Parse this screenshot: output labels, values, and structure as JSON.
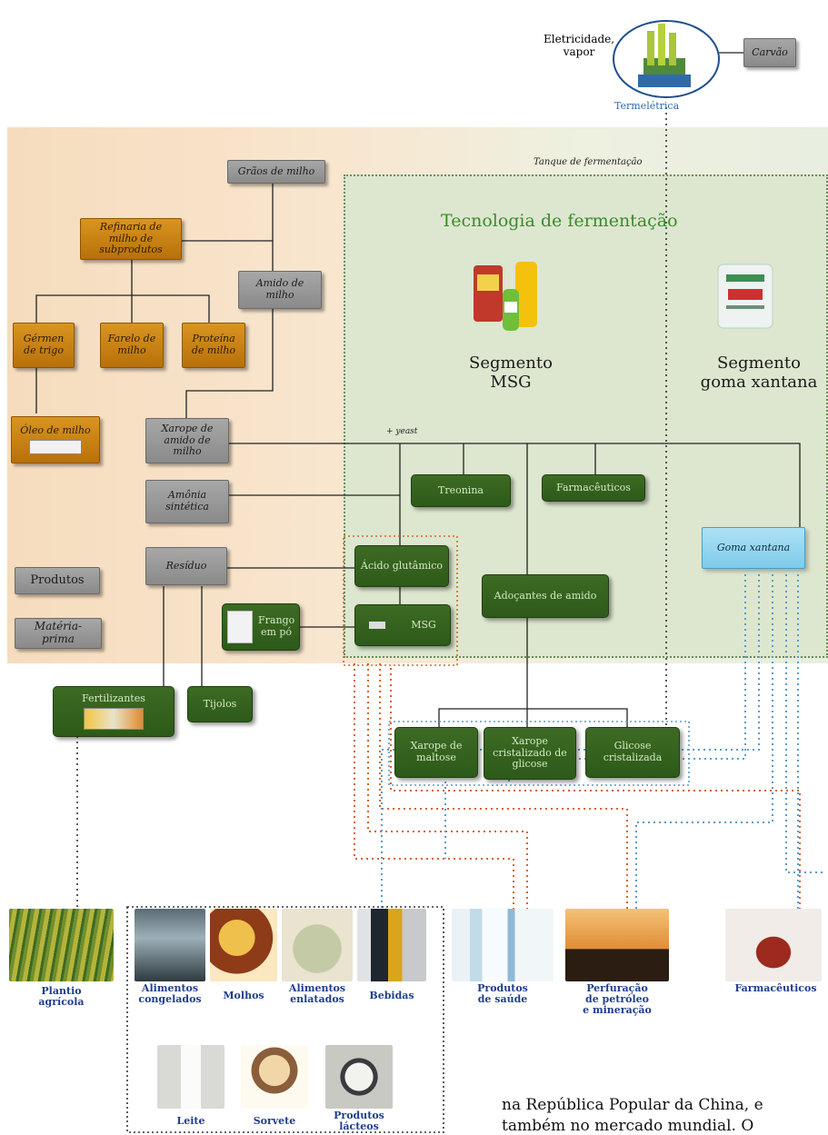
{
  "top": {
    "electricity_label_1": "Eletricidade,",
    "electricity_label_2": "vapor",
    "thermo_label": "Termelétrica",
    "coal_label": "Carvão"
  },
  "tank_label": "Tanque de fermentação",
  "fermentation_title": "Tecnologia de fermentação",
  "segments": {
    "msg_line1": "Segmento",
    "msg_line2": "MSG",
    "xanthan_line1": "Segmento",
    "xanthan_line2": "goma xantana"
  },
  "yeast_label": "+ yeast",
  "boxes": {
    "grain": "Grãos de milho",
    "refinery": "Refinaria de milho de subprodutos",
    "starch": "Amido de milho",
    "germ": "Gérmen de trigo",
    "bran": "Farelo de milho",
    "protein": "Proteína de milho",
    "oil": "Óleo de milho",
    "syrup": "Xarope de amido de milho",
    "ammonia": "Amônia sintética",
    "residue": "Resíduo",
    "threonine": "Treonina",
    "pharma_box": "Farmacêuticos",
    "xanthan": "Goma xantana",
    "glutamic": "Ácido glutâmico",
    "msg": "MSG",
    "sweeteners": "Adoçantes de amido",
    "chicken_powder": "Frango em pó",
    "fertilizers": "Fertilizantes",
    "bricks": "Tijolos",
    "maltose": "Xarope de maltose",
    "crystal_syrup": "Xarope cristalizado de glicose",
    "crystal_glucose": "Glicose cristalizada"
  },
  "legend": {
    "products": "Produtos",
    "raw_material": "Matéria-prima"
  },
  "bottom": {
    "planting_1": "Plantio",
    "planting_2": "agrícola",
    "frozen_1": "Alimentos",
    "frozen_2": "congelados",
    "sauces": "Molhos",
    "canned_1": "Alimentos",
    "canned_2": "enlatados",
    "drinks": "Bebidas",
    "health_1": "Produtos",
    "health_2": "de saúde",
    "oil_1": "Perfuração",
    "oil_2": "de petróleo",
    "oil_3": "e mineração",
    "pharma": "Farmacêuticos",
    "milk": "Leite",
    "icecream": "Sorvete",
    "dairy_1": "Produtos",
    "dairy_2": "lácteos"
  },
  "body_text": {
    "line1": "na República Popular da China, e",
    "line2": "também no mercado mundial. O"
  },
  "colors": {
    "raw_material": "#9a9a9a",
    "byproduct": "#c8820f",
    "product": "#2d5a19",
    "xanthan": "#8fd3ef",
    "caption": "#1f3f8c"
  }
}
